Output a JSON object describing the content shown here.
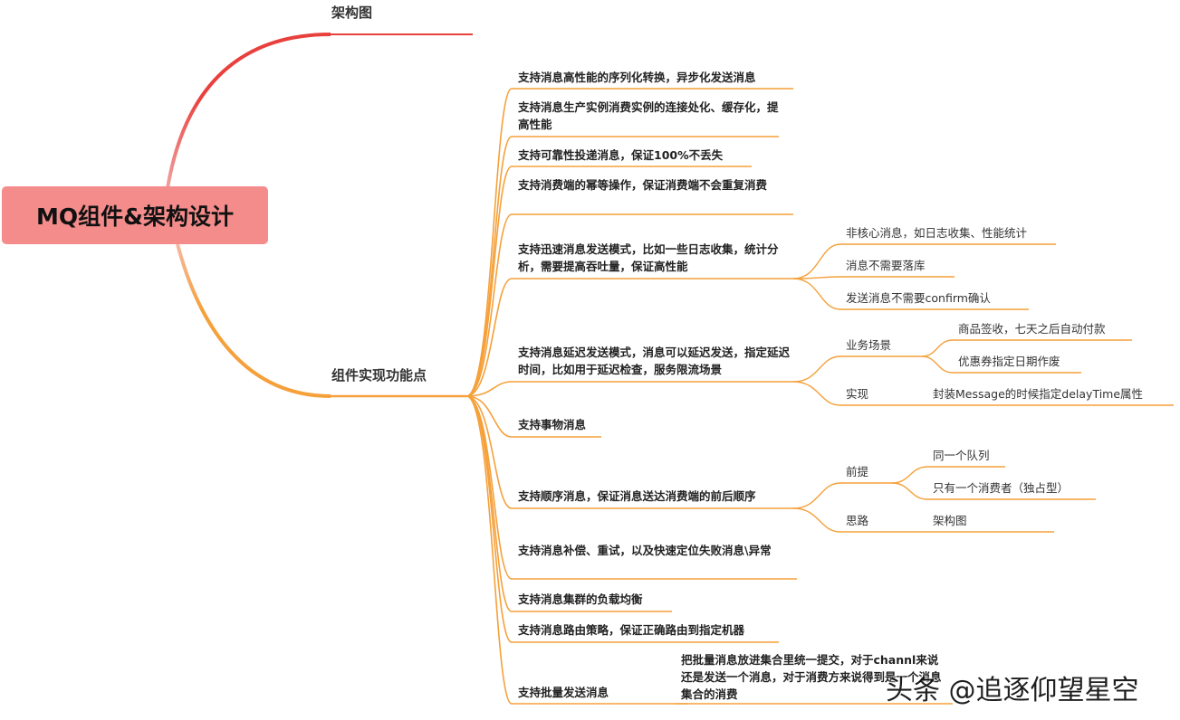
{
  "root": {
    "label": "MQ组件&架构设计"
  },
  "branches": {
    "arch": {
      "label": "架构图"
    },
    "features": {
      "label": "组件实现功能点",
      "items": [
        {
          "label": "支持消息高性能的序列化转换，异步化发送消息"
        },
        {
          "label": "支持消息生产实例消费实例的连接处化、缓存化，提高性能"
        },
        {
          "label": "支持可靠性投递消息，保证100%不丢失"
        },
        {
          "label": "支持消费端的幂等操作，保证消费端不会重复消费"
        },
        {
          "label": "支持迅速消息发送模式，比如一些日志收集，统计分析，需要提高吞吐量，保证高性能",
          "children": [
            {
              "label": "非核心消息，如日志收集、性能统计"
            },
            {
              "label": "消息不需要落库"
            },
            {
              "label": "发送消息不需要confirm确认"
            }
          ]
        },
        {
          "label": "支持消息延迟发送模式，消息可以延迟发送，指定延迟时间，比如用于延迟检查，服务限流场景",
          "children": [
            {
              "label": "业务场景",
              "children": [
                {
                  "label": "商品签收，七天之后自动付款"
                },
                {
                  "label": "优惠券指定日期作废"
                }
              ]
            },
            {
              "label": "实现",
              "children": [
                {
                  "label": "封装Message的时候指定delayTime属性"
                }
              ]
            }
          ]
        },
        {
          "label": "支持事物消息"
        },
        {
          "label": "支持顺序消息，保证消息送达消费端的前后顺序",
          "children": [
            {
              "label": "前提",
              "children": [
                {
                  "label": "同一个队列"
                },
                {
                  "label": "只有一个消费者（独占型）"
                }
              ]
            },
            {
              "label": "思路",
              "children": [
                {
                  "label": "架构图"
                }
              ]
            }
          ]
        },
        {
          "label": "支持消息补偿、重试，以及快速定位失败消息\\异常"
        },
        {
          "label": "支持消息集群的负载均衡"
        },
        {
          "label": "支持消息路由策略，保证正确路由到指定机器"
        },
        {
          "label": "支持批量发送消息",
          "children": [
            {
              "label": "把批量消息放进集合里统一提交，对于channl来说还是发送一个消息，对于消费方来说得到是一个消息集合的消费"
            }
          ]
        }
      ]
    }
  },
  "watermark": "头条 @追逐仰望星空",
  "colors": {
    "root_fill": "#f58c8c",
    "arch_edge": "#e8403c",
    "feature_edge": "#f5a03a"
  }
}
